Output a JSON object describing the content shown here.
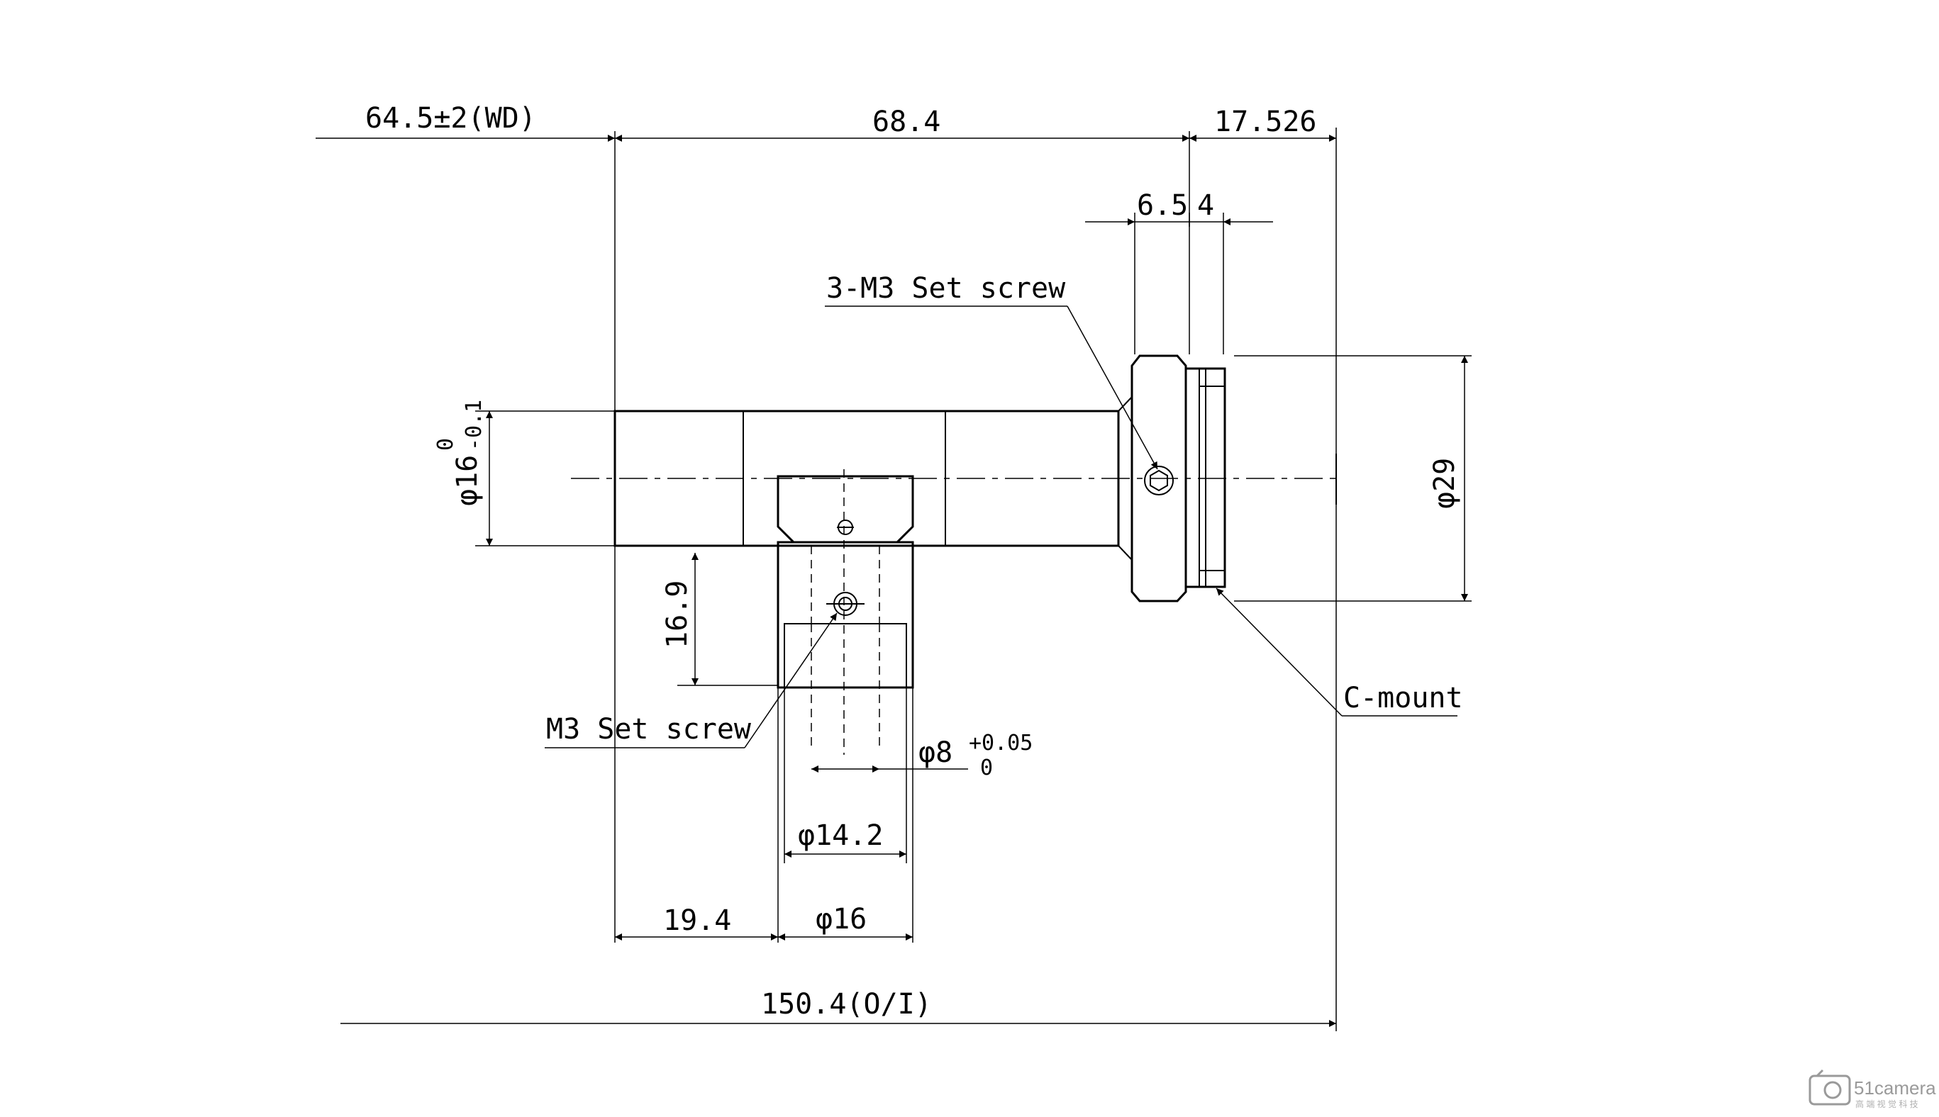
{
  "dimensions": {
    "wd": "64.5±2(WD)",
    "body_length": "68.4",
    "mount_offset": "17.526",
    "d_6_5": "6.5",
    "d_4": "4",
    "tube_dia": "φ16",
    "tube_tol_upper": "0",
    "tube_tol_lower": "-0.1",
    "port_height": "16.9",
    "mount_dia": "φ29",
    "fiber_dia": "φ8",
    "fiber_tol_upper": "+0.05",
    "fiber_tol_lower": "0",
    "port_inner_dia": "φ14.2",
    "port_dia": "φ16",
    "port_offset": "19.4",
    "total": "150.4(O/I)"
  },
  "labels": {
    "set_screw_3": "3-M3 Set screw",
    "set_screw_1": "M3 Set screw",
    "c_mount": "C-mount"
  },
  "watermark": {
    "brand": "51camera",
    "tagline": "高 端 视 觉 科 技"
  }
}
